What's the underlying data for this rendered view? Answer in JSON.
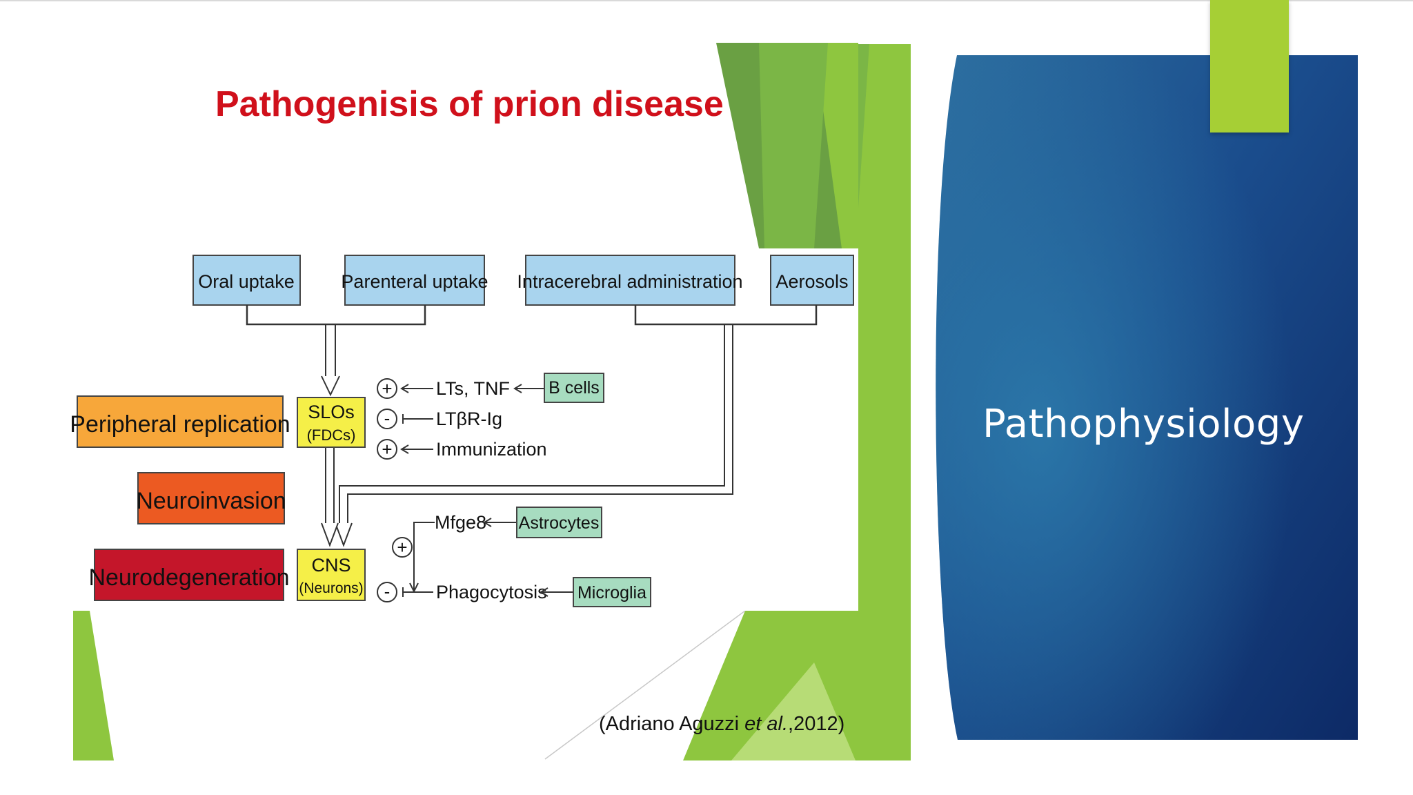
{
  "diagram": {
    "title": "Pathogenisis of prion disease",
    "entry_routes": [
      "Oral uptake",
      "Parenteral uptake",
      "Intracerebral administration",
      "Aerosols"
    ],
    "stages": [
      "Peripheral replication",
      "Neuroinvasion",
      "Neurodegeneration"
    ],
    "slos_box": {
      "line1": "SLOs",
      "line2": "(FDCs)"
    },
    "cns_box": {
      "line1": "CNS",
      "line2": "(Neurons)"
    },
    "slos_modulators": [
      {
        "sign": "+",
        "label": "LTs, TNF"
      },
      {
        "sign": "-",
        "label": "LTβR-Ig"
      },
      {
        "sign": "+",
        "label": "Immunization"
      }
    ],
    "b_cells": "B cells",
    "cns_modulators": [
      {
        "sign": "+",
        "label": "Mfge8"
      },
      {
        "sign": "-",
        "label": "Phagocytosis"
      }
    ],
    "astrocytes": "Astrocytes",
    "microglia": "Microglia",
    "citation": {
      "open": "(Adriano Aguzzi ",
      "etal": "et al.",
      "close": ",2012)"
    }
  },
  "slide": {
    "title": "Pathophysiology"
  },
  "colors": {
    "accent_green": "#a6cf35",
    "panel_blue": "#123a78",
    "title_red": "#d0101b",
    "route_box": "#a9d4ee",
    "slos_box": "#f5ef48",
    "cell_box": "#a7dcc0",
    "peripheral": "#f7a73a",
    "neuroinvasion": "#ec5a22",
    "neurodegeneration": "#c4162a"
  }
}
